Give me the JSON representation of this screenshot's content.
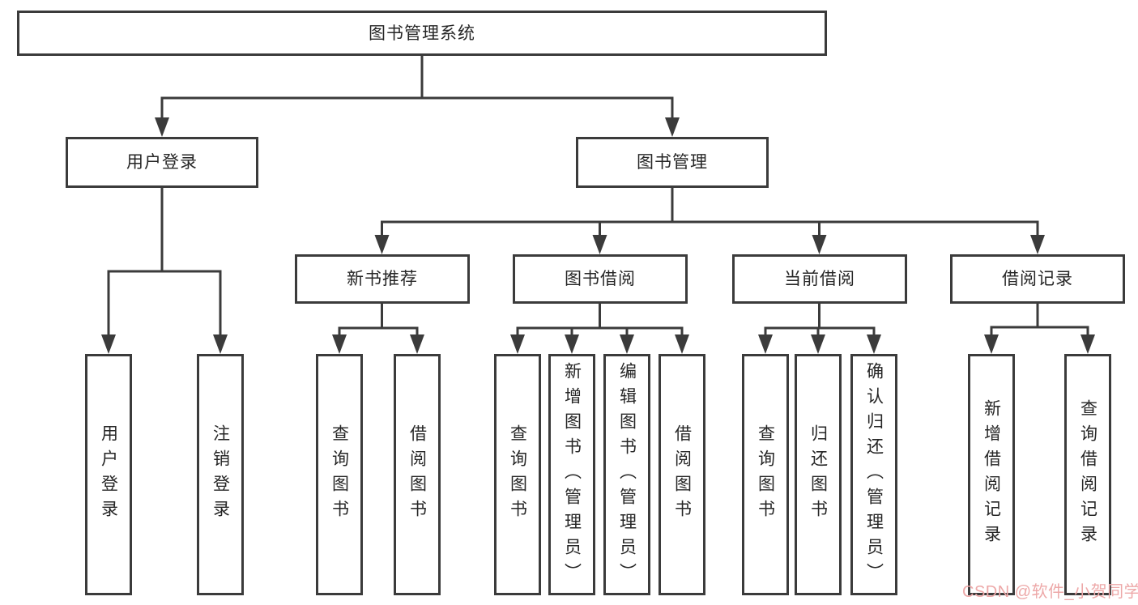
{
  "diagram": {
    "root": {
      "label": "图书管理系统"
    },
    "level1": [
      {
        "label": "用户登录"
      },
      {
        "label": "图书管理"
      }
    ],
    "level2": [
      {
        "label": "新书推荐"
      },
      {
        "label": "图书借阅"
      },
      {
        "label": "当前借阅"
      },
      {
        "label": "借阅记录"
      }
    ],
    "leaves": {
      "user_login": [
        "用户登录",
        "注销登录"
      ],
      "new_book": [
        "查询图书",
        "借阅图书"
      ],
      "book_borrow": [
        "查询图书",
        "新增图书（管理员）",
        "编辑图书（管理员）",
        "借阅图书"
      ],
      "current_borrow": [
        "查询图书",
        "归还图书",
        "确认归还（管理员）"
      ],
      "borrow_record": [
        "新增借阅记录",
        "查询借阅记录"
      ]
    }
  },
  "watermark": {
    "text": "CSDN @软件_小贺同学",
    "color": "#eda8a8"
  },
  "colors": {
    "border": "#3b3b3b",
    "line": "#3b3b3b",
    "text": "#262626",
    "background": "#ffffff"
  }
}
